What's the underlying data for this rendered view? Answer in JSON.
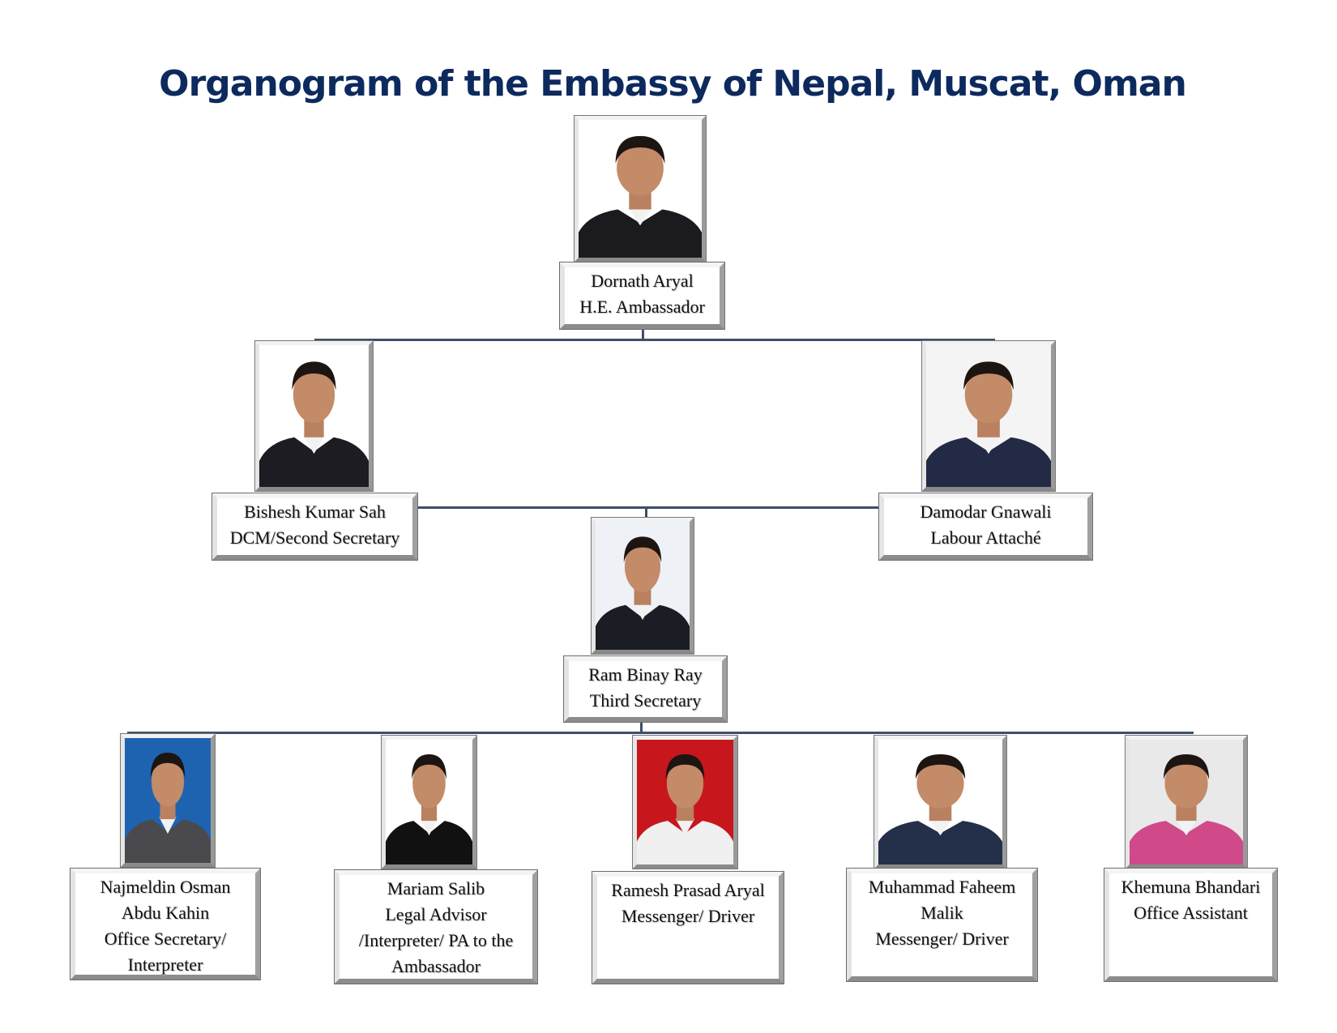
{
  "title": "Organogram of the Embassy of Nepal, Muscat, Oman",
  "colors": {
    "title": "#0d2a5e",
    "connector": "#3d4f6b"
  },
  "people": [
    {
      "id": "ambassador",
      "lines": [
        "Dornath Aryal",
        "H.E. Ambassador"
      ],
      "photo_bg": "#ffffff",
      "suit": "#1b1b1f"
    },
    {
      "id": "dcm",
      "lines": [
        "Bishesh Kumar Sah",
        "DCM/Second Secretary"
      ],
      "photo_bg": "#ffffff",
      "suit": "#1c1c22"
    },
    {
      "id": "labour-attache",
      "lines": [
        "Damodar Gnawali",
        "Labour Attaché"
      ],
      "photo_bg": "#f4f4f4",
      "suit": "#232a45"
    },
    {
      "id": "third-secretary",
      "lines": [
        "Ram Binay Ray",
        "Third Secretary"
      ],
      "photo_bg": "#eef2f6",
      "suit": "#1a1e24"
    },
    {
      "id": "office-secretary",
      "lines": [
        "Najmeldin Osman",
        "Abdu Kahin",
        "Office Secretary/",
        "Interpreter"
      ],
      "photo_bg": "#1e63b0",
      "suit": "#4a4a4e"
    },
    {
      "id": "legal-advisor",
      "lines": [
        "Mariam Salib",
        "Legal Advisor",
        "/Interpreter/ PA to the",
        "Ambassador"
      ],
      "photo_bg": "#ffffff",
      "suit": "#111111"
    },
    {
      "id": "messenger-driver-1",
      "lines": [
        "Ramesh Prasad Aryal",
        "Messenger/ Driver"
      ],
      "photo_bg": "#c8161d",
      "suit": "#f0f0f0"
    },
    {
      "id": "messenger-driver-2",
      "lines": [
        "Muhammad Faheem",
        "Malik",
        "Messenger/ Driver"
      ],
      "photo_bg": "#ffffff",
      "suit": "#24304a"
    },
    {
      "id": "office-assistant",
      "lines": [
        "Khemuna Bhandari",
        "Office Assistant"
      ],
      "photo_bg": "#e9e9ea",
      "suit": "#d04a8a"
    }
  ]
}
